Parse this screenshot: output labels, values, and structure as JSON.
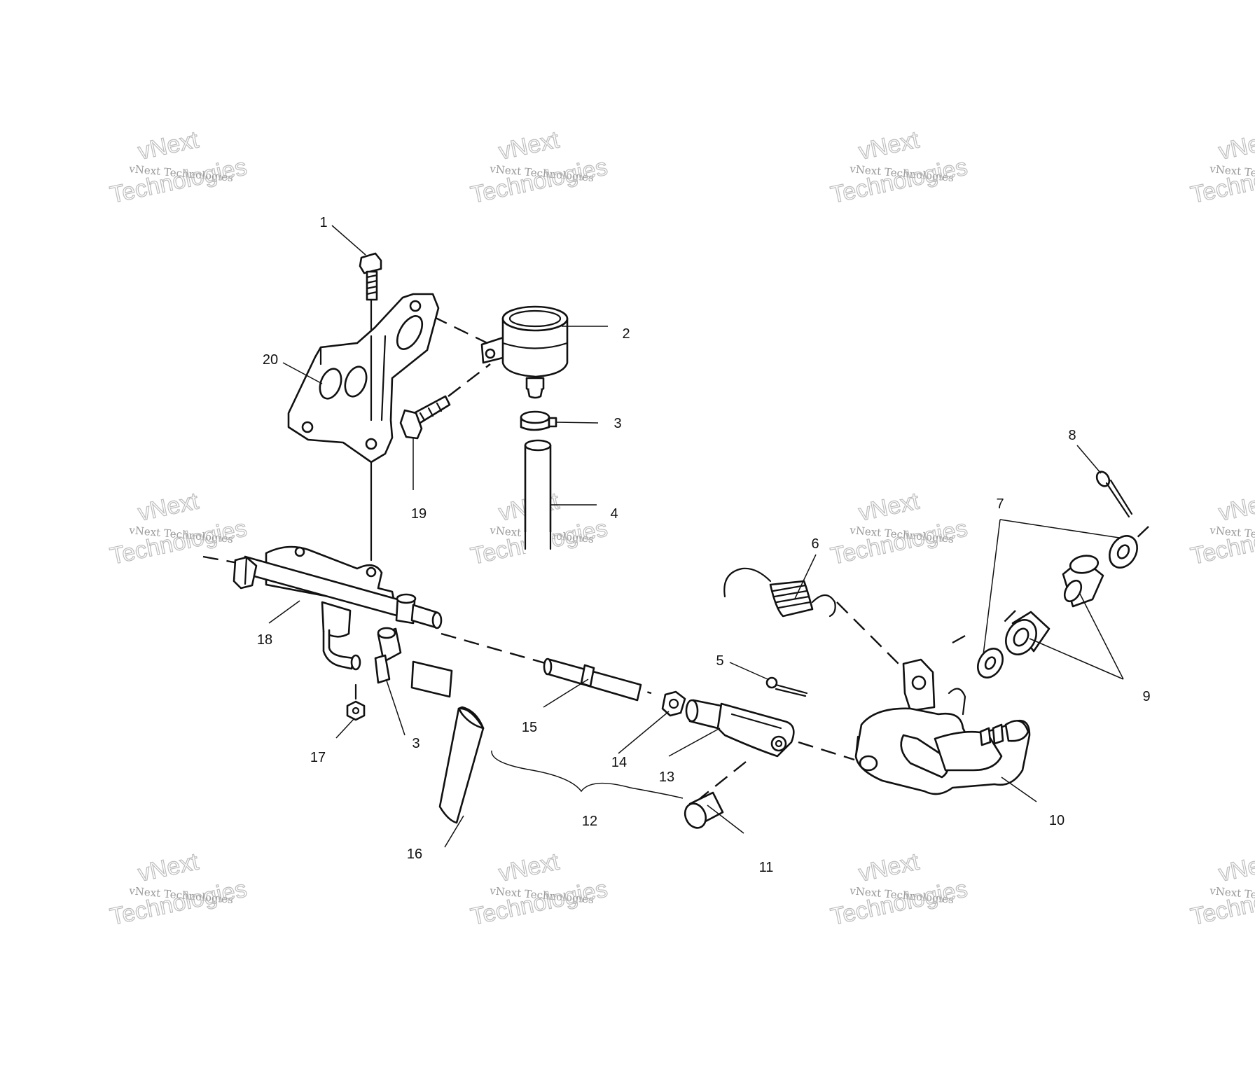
{
  "watermark": {
    "line1": "vNext",
    "line2": "vNext Technologies",
    "line3": "Technologies"
  },
  "callouts": {
    "p1": "1",
    "p2": "2",
    "p3a": "3",
    "p3b": "3",
    "p4": "4",
    "p5": "5",
    "p6": "6",
    "p7": "7",
    "p8": "8",
    "p9": "9",
    "p10": "10",
    "p11": "11",
    "p12": "12",
    "p13": "13",
    "p14": "14",
    "p15": "15",
    "p16": "16",
    "p17": "17",
    "p18": "18",
    "p19": "19",
    "p20": "20"
  }
}
